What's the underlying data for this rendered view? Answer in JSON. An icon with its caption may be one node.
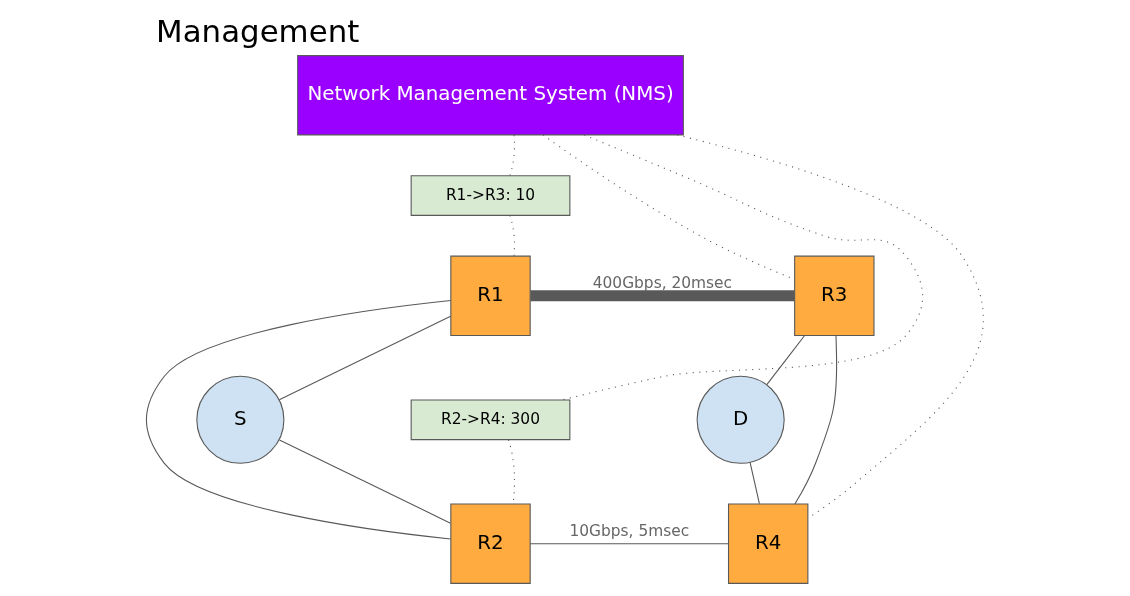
{
  "diagram": {
    "title": "Management",
    "nodes": [
      {
        "text": [
          "Network Management System (NMS)"
        ]
      },
      {
        "text": [
          "R1->R3: 10"
        ]
      },
      {
        "text": [
          "R1"
        ]
      },
      {
        "text": [
          "R3"
        ]
      },
      {
        "text": [
          "S"
        ]
      },
      {
        "text": [
          "R2->R4: 300"
        ]
      },
      {
        "text": [
          "D"
        ]
      },
      {
        "text": [
          "R2"
        ]
      },
      {
        "text": [
          "R4"
        ]
      }
    ],
    "edges": [
      {
        "from": 4,
        "to": 2,
        "arrow": "none"
      },
      {
        "from": 4,
        "to": 7,
        "arrow": "none"
      },
      {
        "from": 2,
        "to": 7,
        "arrow": "none"
      },
      {
        "from": 2,
        "to": 3,
        "arrow": "none",
        "label": "400Gbps, 20msec",
        "style": "thick"
      },
      {
        "from": 3,
        "to": 8,
        "arrow": "none"
      },
      {
        "from": 7,
        "to": 8,
        "arrow": "none",
        "label": "10Gbps, 5msec"
      },
      {
        "from": 3,
        "to": 6,
        "arrow": "none"
      },
      {
        "from": 8,
        "to": 6,
        "arrow": "none"
      },
      {
        "from": 0,
        "to": 1,
        "arrow": "none",
        "style": "dashed"
      },
      {
        "from": 1,
        "to": 2,
        "arrow": "none",
        "style": "dashed"
      },
      {
        "from": 0,
        "to": 5,
        "arrow": "none",
        "style": "dashed"
      },
      {
        "from": 5,
        "to": 7,
        "arrow": "none",
        "style": "dashed"
      },
      {
        "from": 0,
        "to": 3,
        "arrow": "none",
        "style": "dashed"
      },
      {
        "from": 0,
        "to": 8,
        "arrow": "none",
        "style": "dashed"
      }
    ]
  }
}
